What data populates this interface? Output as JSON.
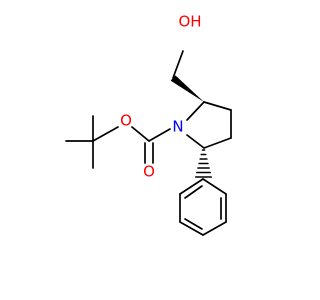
{
  "molecule": {
    "atoms": {
      "hydroxyl": {
        "label": "OH",
        "color": "#ff0000"
      },
      "ester_oxygen": {
        "label": "O",
        "color": "#ff0000"
      },
      "carbonyl_oxygen": {
        "label": "O",
        "color": "#ff0000"
      },
      "ring_nitrogen": {
        "label": "N",
        "color": "#0000ff"
      }
    },
    "stereo_bonds": {
      "hydroxymethyl": "wedge",
      "phenyl": "hashed-wedge"
    },
    "bond_color": "#000000"
  }
}
